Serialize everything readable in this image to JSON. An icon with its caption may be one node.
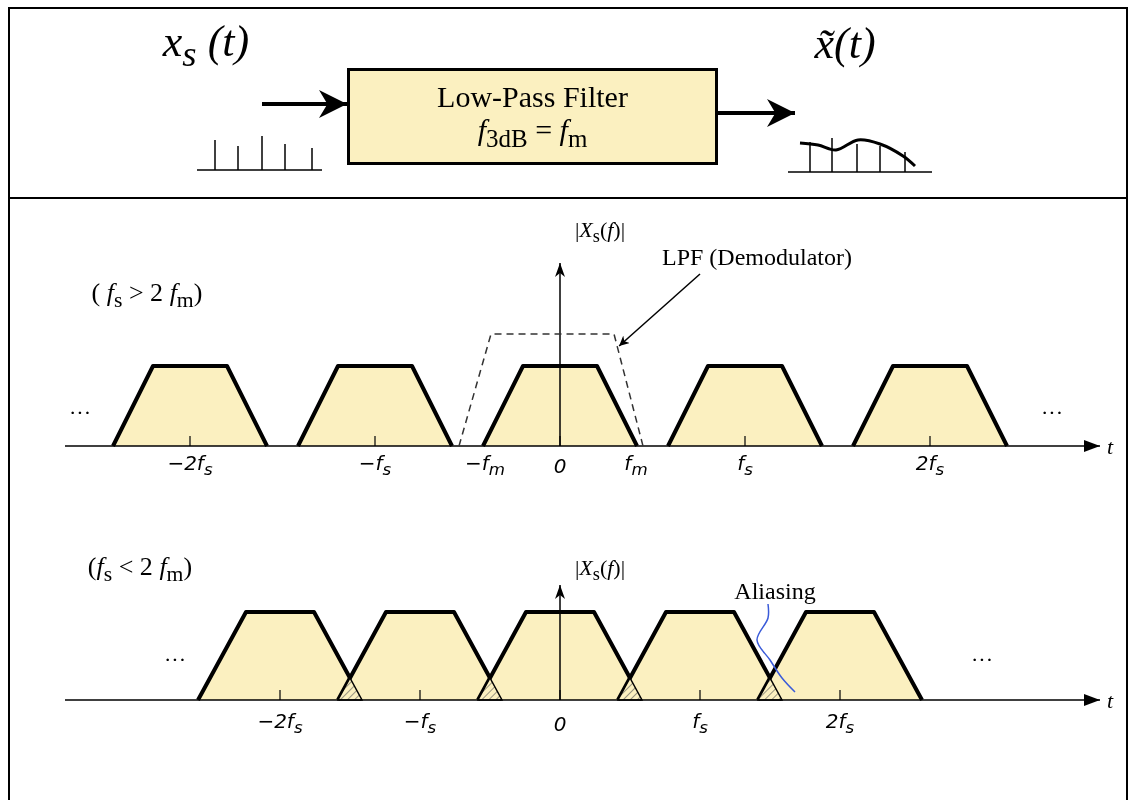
{
  "diagram": {
    "nodes": [
      {
        "text": [
          "x$_{s}$ (t)"
        ]
      },
      {
        "text": [
          "Low-Pass Filter",
          "*f*$_{3dB}$ = *f*$_{m}$"
        ]
      },
      {
        "text": [
          "x̃(t)"
        ]
      },
      {
        "text": [
          "LPF  (Demodulator)"
        ]
      },
      {
        "text": [],
        "shape": "trapezoid"
      },
      {
        "text": [
          "Aliasing"
        ]
      }
    ],
    "edges": [
      {
        "from": 0,
        "to": 1,
        "arrow": "to",
        "style": "thick"
      },
      {
        "from": 1,
        "to": 2,
        "arrow": "to",
        "style": "thick"
      },
      {
        "from": 3,
        "to": 4,
        "arrow": "to"
      },
      {
        "from": 5,
        "to": null,
        "arrow": "none",
        "color": "#3a5bd9"
      }
    ],
    "labels": [
      "|*X*$_{s}$(*f*)|",
      "( *f*$_{s}$ > 2 *f*$_{m}$)",
      "···",
      "···",
      "−2f$_{s}$",
      "−f$_{s}$",
      "−f$_{m}$",
      "0",
      "f$_{m}$",
      "f$_{s}$",
      "2f$_{s}$",
      "t",
      "(*f*$_{s}$ < 2 *f*$_{m}$)",
      "|*X*$_{s}$(*f*)|",
      "···",
      "···",
      "−2f$_{s}$",
      "−f$_{s}$",
      "0",
      "f$_{s}$",
      "2f$_{s}$",
      "t"
    ]
  }
}
